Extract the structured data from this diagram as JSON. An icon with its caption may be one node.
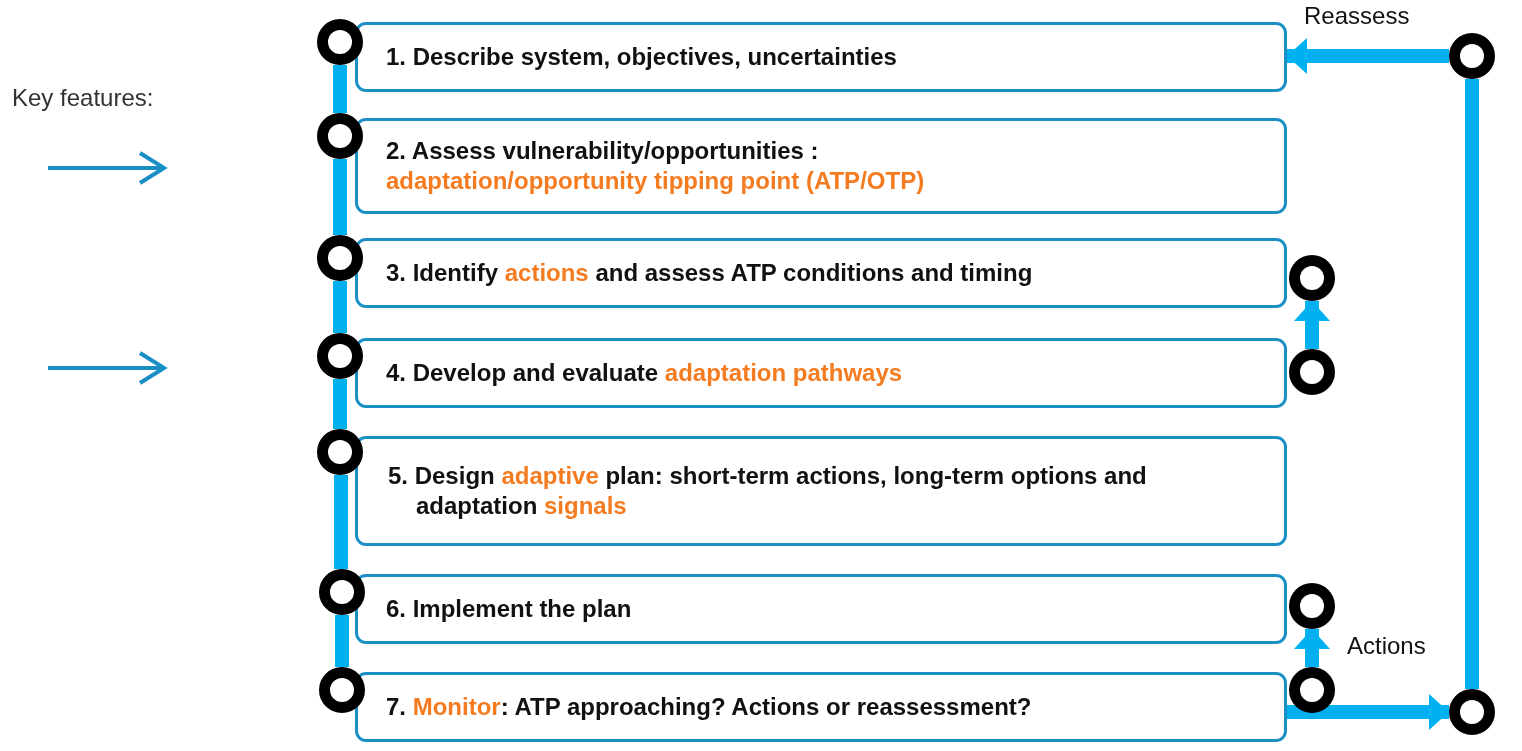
{
  "diagram": {
    "nodes": [
      {
        "text": [
          "1. Describe system, objectives, uncertainties"
        ]
      },
      {
        "text": [
          "2. Assess vulnerability/opportunities : **adaptation/opportunity tipping point (ATP/OTP)**"
        ]
      },
      {
        "text": [
          "3. Identify **actions** and assess ATP conditions and timing"
        ]
      },
      {
        "text": [
          "4. Develop and evaluate **adaptation pathways**"
        ]
      },
      {
        "text": [
          "5. Design **adaptive** plan: short-term actions, long-term options and adaptation **signals**"
        ]
      },
      {
        "text": [
          "6. Implement the plan"
        ]
      },
      {
        "text": [
          "7. **Monitor**: ATP approaching? Actions or reassessment?"
        ]
      },
      {
        "text": [],
        "shape": "circle"
      },
      {
        "text": [],
        "shape": "circle"
      },
      {
        "text": [],
        "shape": "circle"
      },
      {
        "text": [],
        "shape": "circle"
      },
      {
        "text": [],
        "shape": "circle"
      },
      {
        "text": [],
        "shape": "circle"
      },
      {
        "text": [],
        "shape": "circle"
      },
      {
        "text": [],
        "shape": "circle"
      },
      {
        "text": [],
        "shape": "circle"
      },
      {
        "text": [],
        "shape": "circle"
      },
      {
        "text": [],
        "shape": "circle"
      },
      {
        "text": [],
        "shape": "circle"
      },
      {
        "text": [],
        "shape": "circle"
      }
    ],
    "edges": [
      {
        "from": 7,
        "to": 8,
        "arrow": "none"
      },
      {
        "from": 8,
        "to": 9,
        "arrow": "none"
      },
      {
        "from": 9,
        "to": 10,
        "arrow": "none"
      },
      {
        "from": 10,
        "to": 11,
        "arrow": "none"
      },
      {
        "from": 11,
        "to": 12,
        "arrow": "none"
      },
      {
        "from": 12,
        "to": 13,
        "arrow": "none"
      },
      {
        "from": 15,
        "to": 14,
        "arrow": "to"
      },
      {
        "from": 17,
        "to": 16,
        "arrow": "to",
        "label": "Actions"
      },
      {
        "from": 6,
        "to": 19,
        "arrow": "to"
      },
      {
        "from": 19,
        "to": 18,
        "arrow": "none"
      },
      {
        "from": 18,
        "to": 0,
        "arrow": "to",
        "label": "Reassess"
      }
    ],
    "labels": [
      "Key features:"
    ]
  }
}
